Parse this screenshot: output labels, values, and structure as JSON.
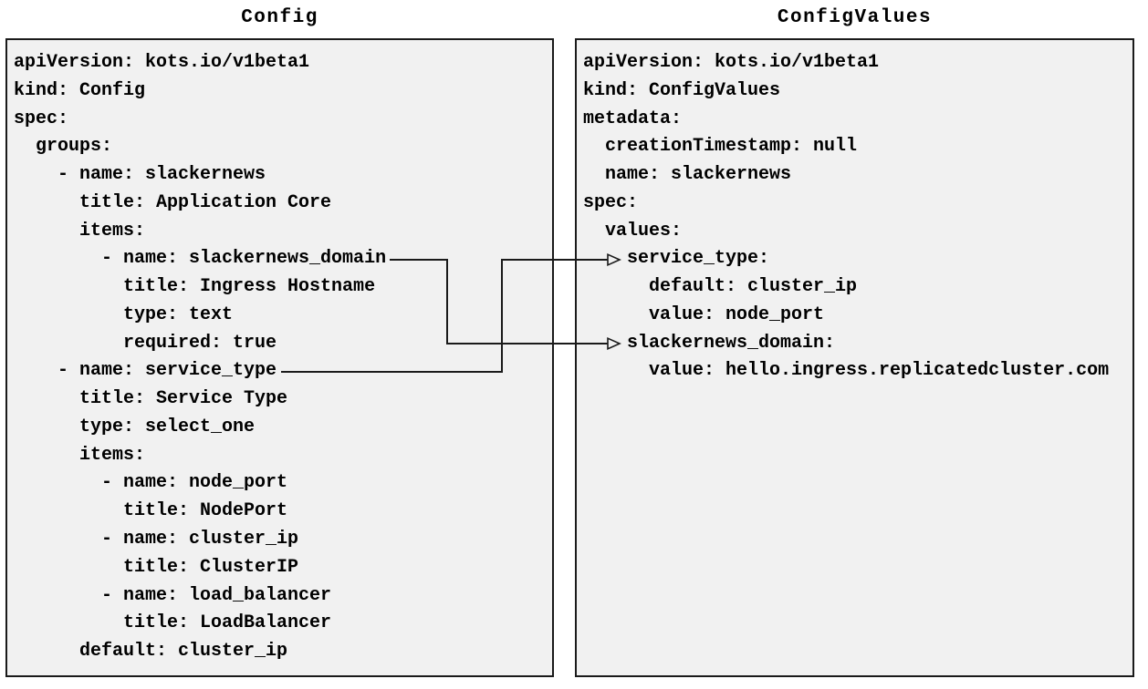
{
  "colors": {
    "page_background": "#ffffff",
    "box_fill": "#f1f1f1",
    "box_border": "#1a1a1a",
    "text": "#000000",
    "arrow": "#1a1a1a"
  },
  "config_panel": {
    "title": "Config",
    "lines": [
      "apiVersion: kots.io/v1beta1",
      "kind: Config",
      "spec:",
      "  groups:",
      "    - name: slackernews",
      "      title: Application Core",
      "      items:",
      "        - name: slackernews_domain",
      "          title: Ingress Hostname",
      "          type: text",
      "          required: true",
      "    - name: service_type",
      "      title: Service Type",
      "      type: select_one",
      "      items:",
      "        - name: node_port",
      "          title: NodePort",
      "        - name: cluster_ip",
      "          title: ClusterIP",
      "        - name: load_balancer",
      "          title: LoadBalancer",
      "      default: cluster_ip"
    ]
  },
  "config_values_panel": {
    "title": "ConfigValues",
    "lines": [
      "apiVersion: kots.io/v1beta1",
      "kind: ConfigValues",
      "metadata:",
      "  creationTimestamp: null",
      "  name: slackernews",
      "spec:",
      "  values:",
      "    service_type:",
      "      default: cluster_ip",
      "      value: node_port",
      "    slackernews_domain:",
      "      value: hello.ingress.replicatedcluster.com"
    ]
  },
  "connections": [
    {
      "source": "Config item name: slackernews_domain",
      "target": "ConfigValues key: slackernews_domain"
    },
    {
      "source": "Config item name: service_type",
      "target": "ConfigValues key: service_type"
    }
  ]
}
